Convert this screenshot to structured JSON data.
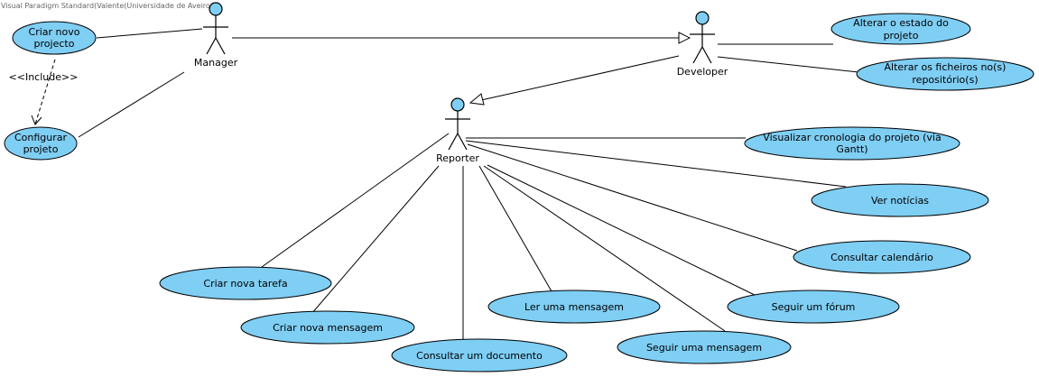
{
  "watermark": "Visual Paradigm Standard(Valente(Universidade de Aveiro))",
  "colors": {
    "use_case_fill": "#7FCEF4",
    "outline": "#000000",
    "background": "#FFFFFF"
  },
  "actors": {
    "manager": "Manager",
    "developer": "Developer",
    "reporter": "Reporter"
  },
  "use_cases": {
    "criar_projecto": [
      "Criar novo",
      "projecto"
    ],
    "configurar_projeto": [
      "Configurar",
      "projeto"
    ],
    "alterar_estado": [
      "Alterar o estado do",
      "projeto"
    ],
    "alterar_ficheiros": [
      "Alterar os ficheiros no(s)",
      "repositório(s)"
    ],
    "visualizar_cronologia": [
      "Visualizar cronologia do projeto (via",
      "Gantt)"
    ],
    "ver_noticias": [
      "Ver notícias"
    ],
    "consultar_calendario": [
      "Consultar calendário"
    ],
    "seguir_forum": [
      "Seguir um fórum"
    ],
    "seguir_mensagem": [
      "Seguir uma mensagem"
    ],
    "ler_mensagem": [
      "Ler uma mensagem"
    ],
    "consultar_documento": [
      "Consultar um documento"
    ],
    "criar_mensagem": [
      "Criar nova mensagem"
    ],
    "criar_tarefa": [
      "Criar nova tarefa"
    ]
  },
  "include_label": "<<Include>>"
}
